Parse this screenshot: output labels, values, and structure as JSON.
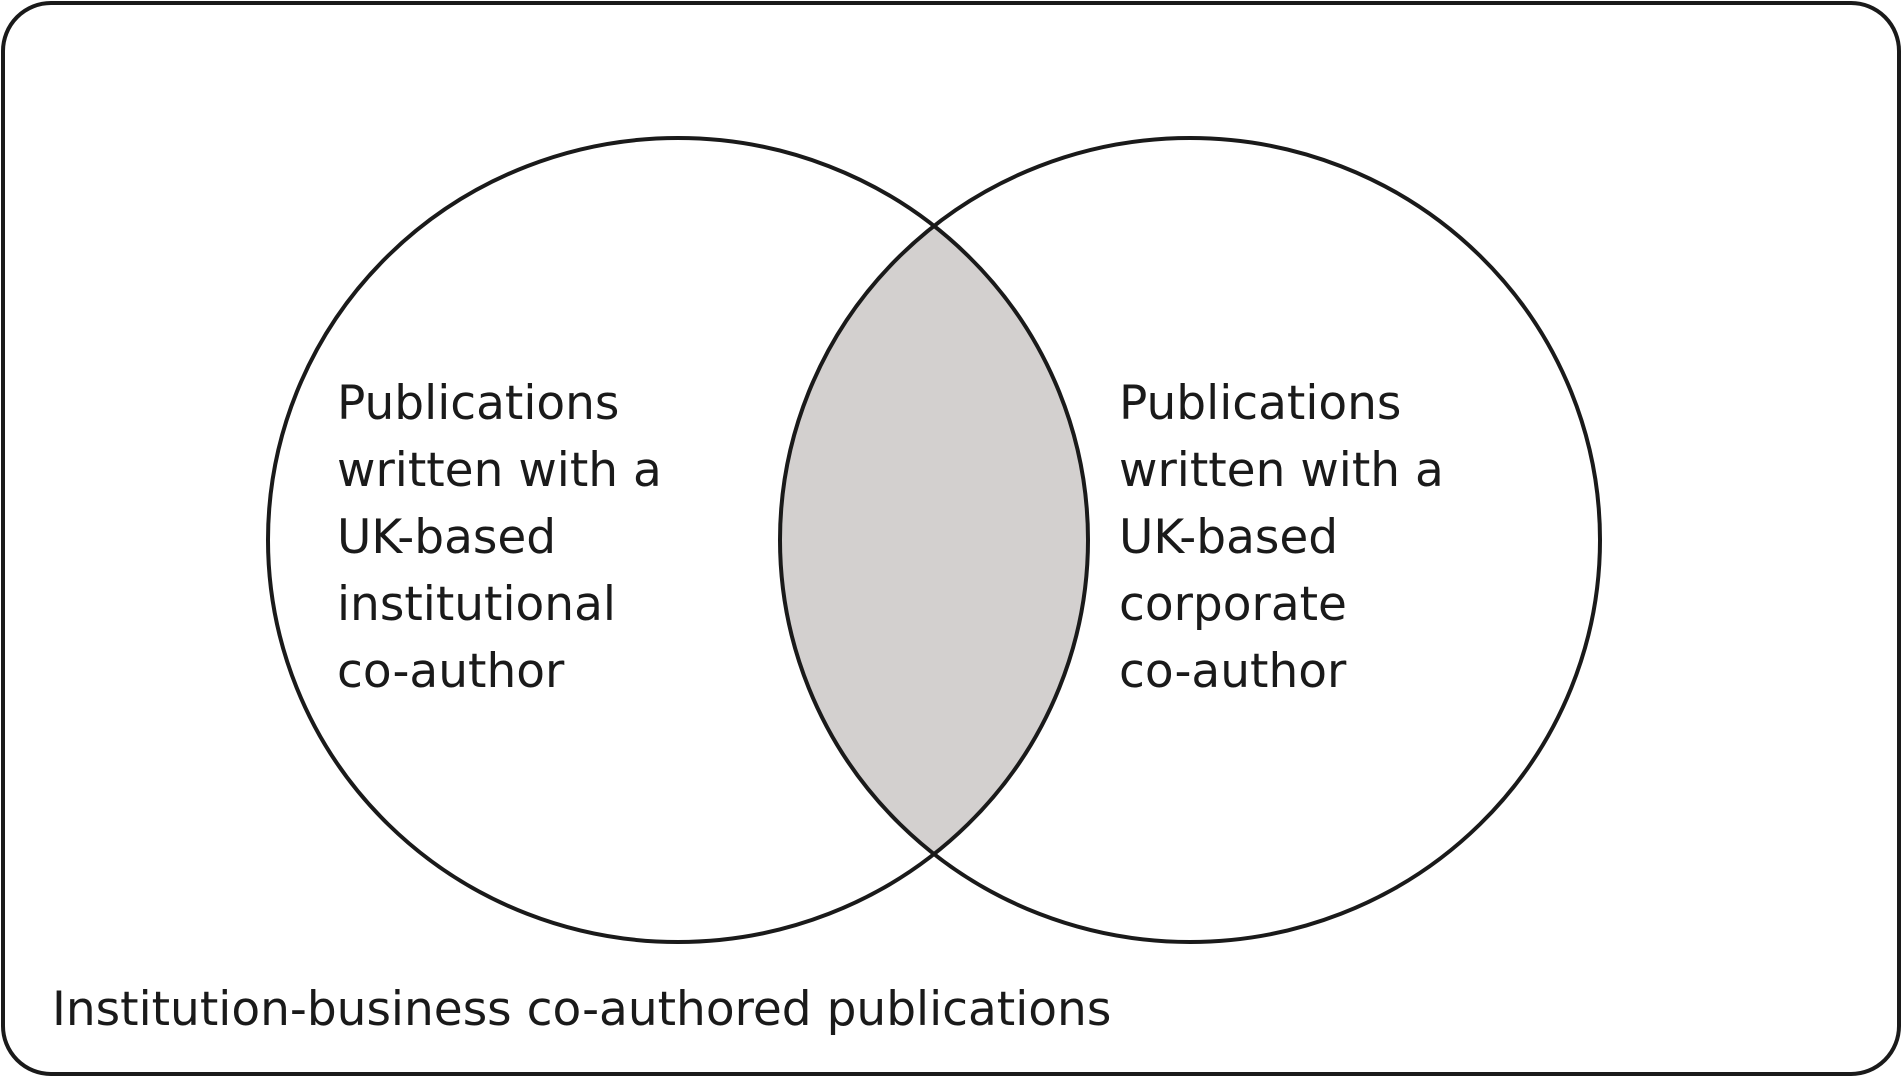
{
  "frame": {
    "label": "Institution-business co-authored publications"
  },
  "sets": {
    "left": {
      "lines": [
        "Publications",
        "written with a",
        "UK-based",
        "institutional",
        "co-author"
      ]
    },
    "right": {
      "lines": [
        "Publications",
        "written with a",
        "UK-based",
        "corporate",
        "co-author"
      ]
    }
  },
  "colors": {
    "stroke": "#1a1a1a",
    "intersection_fill": "#d3d0cf",
    "background": "#ffffff"
  }
}
